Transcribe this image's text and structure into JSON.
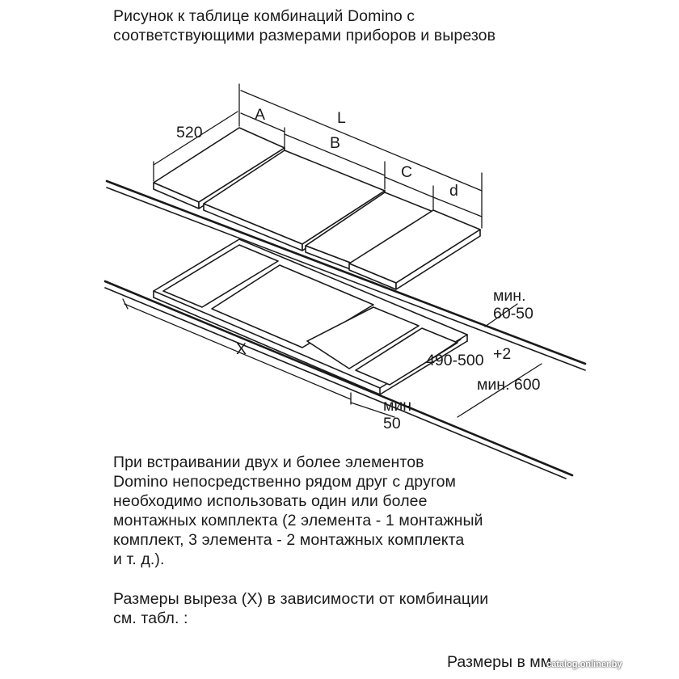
{
  "header": {
    "title_lines": [
      "Рисунок к таблице комбинаций Domino с",
      "соответствующими размерами приборов и вырезов"
    ]
  },
  "diagram": {
    "labels": {
      "depth": "520",
      "a": "A",
      "l": "L",
      "b": "B",
      "c": "C",
      "d": "d",
      "min_60_50_line1": "мин.",
      "min_60_50_line2": "60-50",
      "cutout_depth": "490-500",
      "cutout_tol": "+2",
      "min_600": "мин. 600",
      "x": "X",
      "min_50_line1": "мин",
      "min_50_line2": "50"
    }
  },
  "body": {
    "paragraph1_lines": [
      "При встраивании двух и более элементов",
      "Domino непосредственно рядом друг с другом",
      "необходимо использовать один или более",
      "монтажных комплекта (2 элемента - 1 монтажный",
      "комплект, 3 элемента - 2 монтажных комплекта",
      "и т. д.)."
    ],
    "paragraph2_lines": [
      "Размеры выреза (X) в зависимости от комбинации",
      "см. табл. :"
    ]
  },
  "footer": {
    "units": "Размеры в мм",
    "watermark": "catalog.onliner.by"
  }
}
